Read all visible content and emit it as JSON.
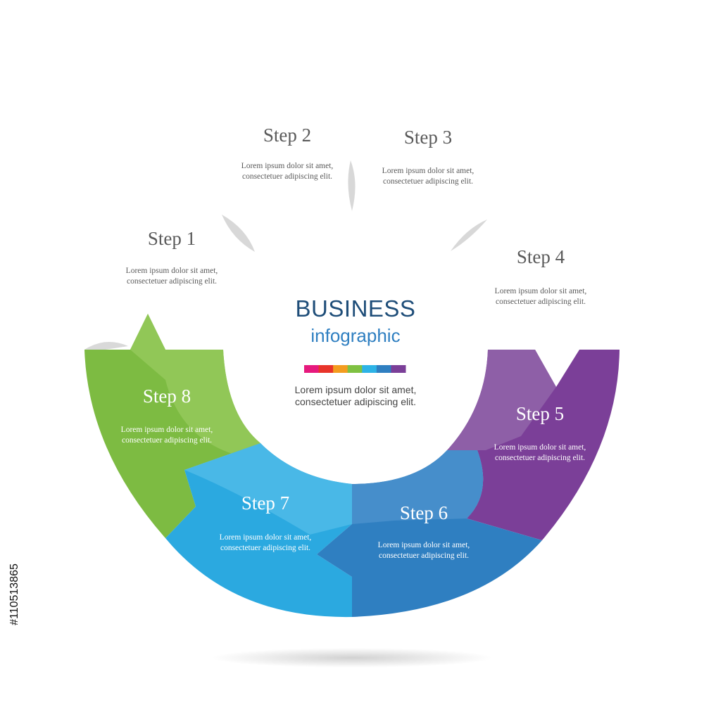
{
  "center": {
    "title": "BUSINESS",
    "subtitle": "infographic",
    "description": "Lorem ipsum dolor sit amet, consectetuer adipiscing elit.",
    "color_bar": [
      "#e6197d",
      "#e8342a",
      "#f39c1f",
      "#7fc142",
      "#2db3e6",
      "#2f7fc1",
      "#7b3f98"
    ]
  },
  "steps": [
    {
      "label": "Step 1",
      "text": "Lorem ipsum dolor sit amet, consectetuer adipiscing elit."
    },
    {
      "label": "Step 2",
      "text": "Lorem ipsum dolor sit amet, consectetuer adipiscing elit."
    },
    {
      "label": "Step 3",
      "text": "Lorem ipsum dolor sit amet, consectetuer adipiscing elit."
    },
    {
      "label": "Step 4",
      "text": "Lorem ipsum dolor sit amet, consectetuer adipiscing elit."
    },
    {
      "label": "Step 5",
      "text": "Lorem ipsum dolor sit amet, consectetuer adipiscing elit.",
      "color": "#7b3f98"
    },
    {
      "label": "Step 6",
      "text": "Lorem ipsum dolor sit amet, consectetuer adipiscing elit.",
      "color": "#2f7fc1"
    },
    {
      "label": "Step 7",
      "text": "Lorem ipsum dolor sit amet, consectetuer adipiscing elit.",
      "color": "#2ba9e0"
    },
    {
      "label": "Step 8",
      "text": "Lorem ipsum dolor sit amet, consectetuer adipiscing elit.",
      "color": "#7dbb42"
    }
  ],
  "credit": "#110513865"
}
